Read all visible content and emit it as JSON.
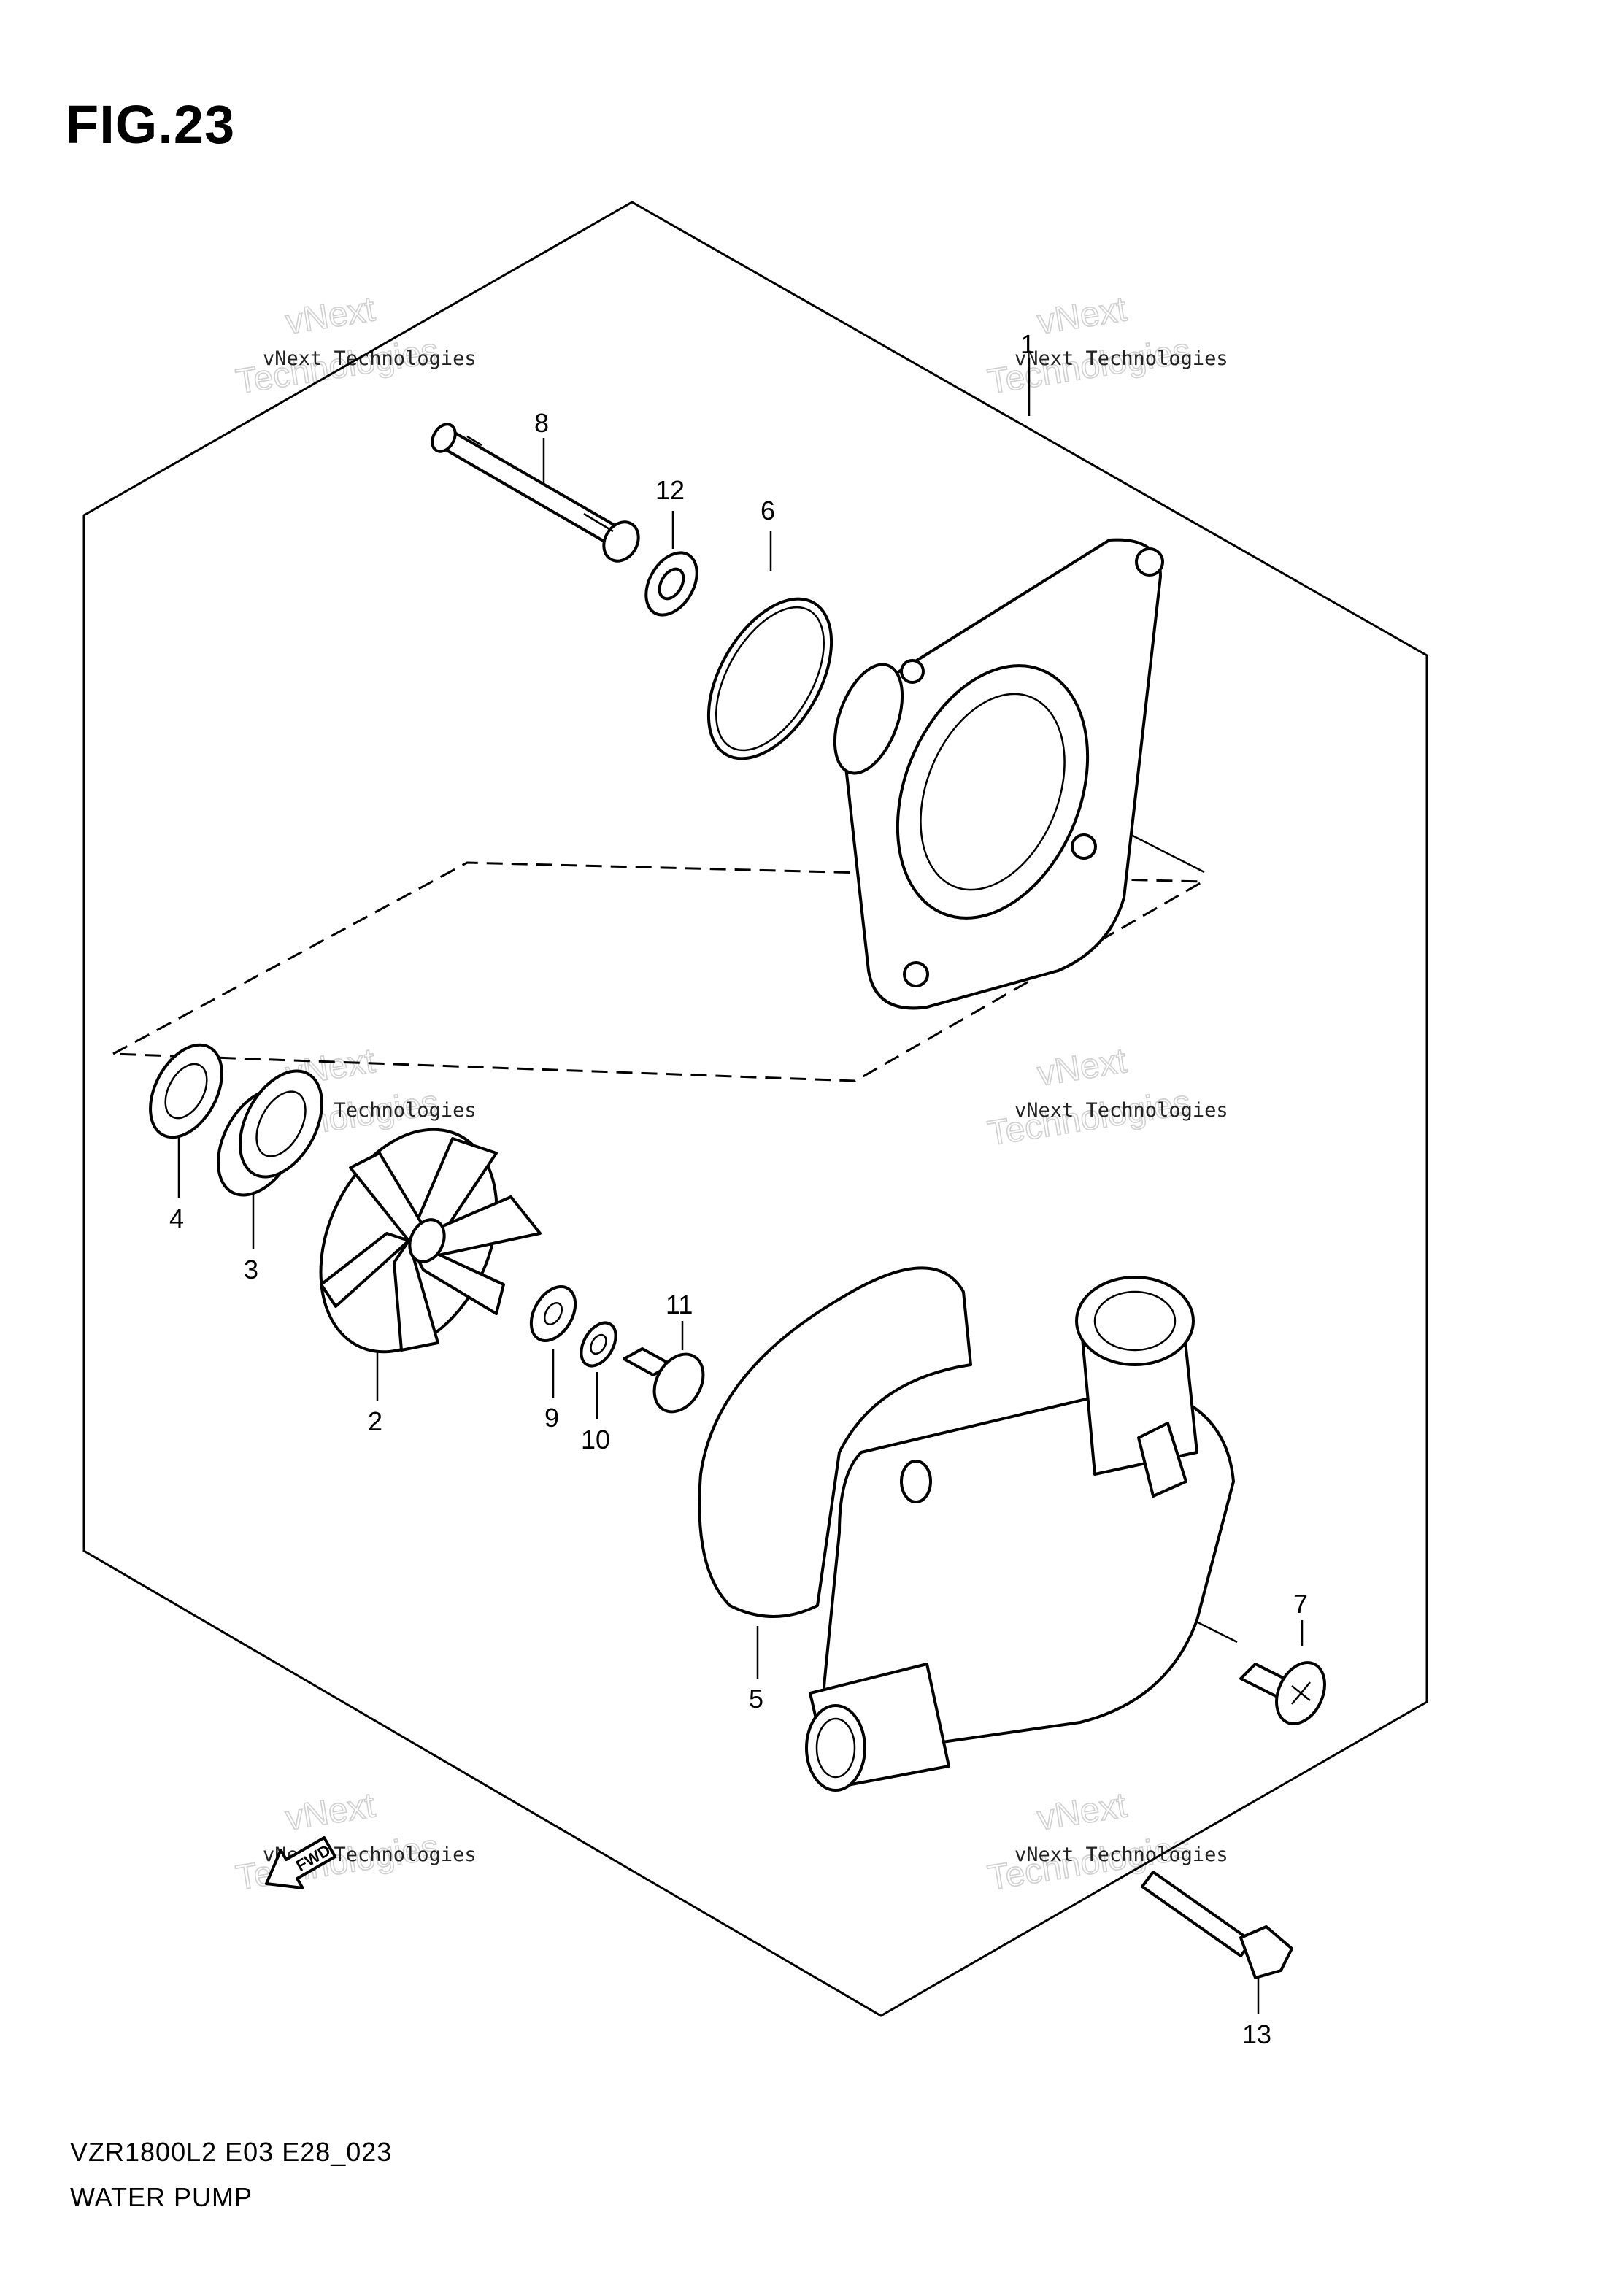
{
  "figure": {
    "title": "FIG.23",
    "model_code": "VZR1800L2 E03 E28_023",
    "section_name": "WATER PUMP"
  },
  "callouts": [
    "8",
    "12",
    "6",
    "1",
    "4",
    "3",
    "2",
    "9",
    "10",
    "11",
    "5",
    "7",
    "13"
  ],
  "watermark": {
    "line_small": "vNext Technologies",
    "line_big_1": "vNext",
    "line_big_2": "Technologies"
  },
  "direction_marker": {
    "text": "FWD"
  }
}
